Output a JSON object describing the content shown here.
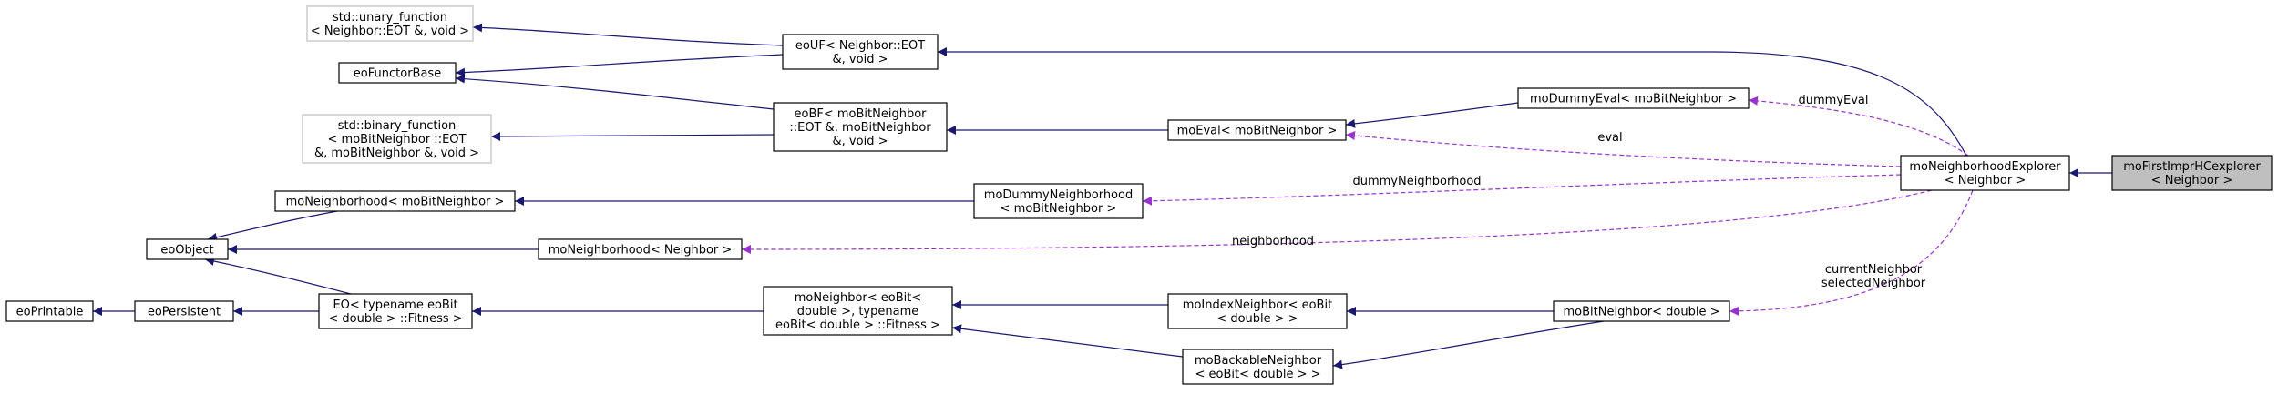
{
  "colors": {
    "inheritance": "#191970",
    "usage": "#9a32cd",
    "focus_fill": "#bfbfbf",
    "external_border": "#bfbfbf"
  },
  "nodes": {
    "unary": [
      "std::unary_function",
      "< Neighbor::EOT &, void >"
    ],
    "functorbase": [
      "eoFunctorBase"
    ],
    "binary": [
      "std::binary_function",
      "< moBitNeighbor ::EOT",
      "&, moBitNeighbor &, void >"
    ],
    "eouf": [
      "eoUF< Neighbor::EOT",
      "&, void >"
    ],
    "eobf": [
      "eoBF< moBitNeighbor",
      "::EOT &, moBitNeighbor",
      "&, void >"
    ],
    "moeval": [
      "moEval< moBitNeighbor >"
    ],
    "dummyeval": [
      "moDummyEval< moBitNeighbor >"
    ],
    "explorer": [
      "moNeighborhoodExplorer",
      "< Neighbor >"
    ],
    "firstimpr": [
      "moFirstImprHCexplorer",
      "< Neighbor >"
    ],
    "nbhdbit": [
      "moNeighborhood< moBitNeighbor >"
    ],
    "dummynbhd": [
      "moDummyNeighborhood",
      "< moBitNeighbor >"
    ],
    "eoobject": [
      "eoObject"
    ],
    "nbhd": [
      "moNeighborhood< Neighbor >"
    ],
    "eoprintable": [
      "eoPrintable"
    ],
    "eopersistent": [
      "eoPersistent"
    ],
    "eo": [
      "EO< typename eoBit",
      "< double > ::Fitness >"
    ],
    "moneighbor": [
      "moNeighbor< eoBit<",
      "double >, typename",
      "eoBit< double > ::Fitness >"
    ],
    "indexnbr": [
      "moIndexNeighbor< eoBit",
      "< double > >"
    ],
    "bitnbr": [
      "moBitNeighbor< double >"
    ],
    "backable": [
      "moBackableNeighbor",
      "< eoBit< double > >"
    ]
  },
  "edge_labels": {
    "dummyEval": [
      "dummyEval"
    ],
    "eval": [
      "eval"
    ],
    "dummyNeighborhood": [
      "dummyNeighborhood"
    ],
    "neighborhood": [
      "neighborhood"
    ],
    "neighbor": [
      "currentNeighbor",
      "selectedNeighbor"
    ]
  }
}
